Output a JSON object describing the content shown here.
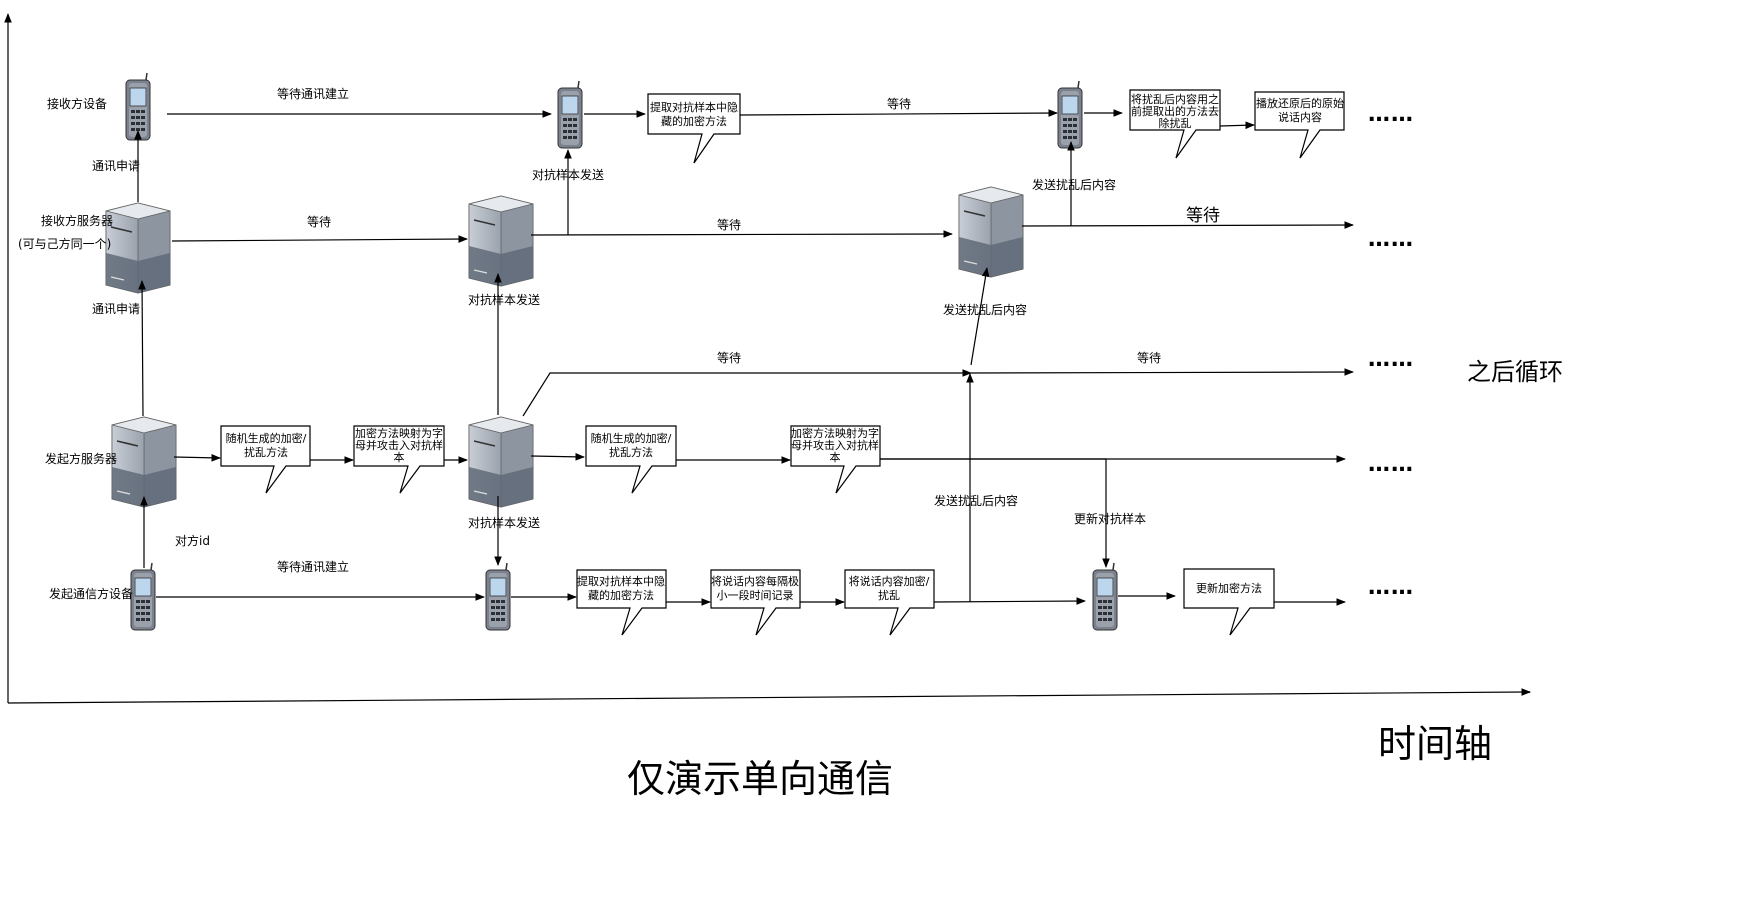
{
  "diagram": {
    "caption": "仅演示单向通信",
    "time_axis_label": "时间轴",
    "loop_label": "之后循环",
    "ellipsis": "……",
    "lanes": {
      "receiver_device": "接收方设备",
      "receiver_server": "接收方服务器",
      "receiver_server_note": "(可与己方同一个)",
      "initiator_server": "发起方服务器",
      "initiator_device": "发起通信方设备"
    },
    "edge_labels": {
      "wait_conn_top": "等待通讯建立",
      "wait_conn_bottom": "等待通讯建立",
      "comm_request_1": "通讯申请",
      "comm_request_2": "通讯申请",
      "peer_id": "对方id",
      "wait_rs1": "等待",
      "wait_rs2": "等待",
      "wait_rs3": "等待",
      "wait_rd": "等待",
      "wait_mid1": "等待",
      "wait_mid2": "等待",
      "adv_send_up": "对抗样本发送",
      "adv_send_to_rd": "对抗样本发送",
      "adv_send_down": "对抗样本发送",
      "send_scrambled_1": "发送扰乱后内容",
      "send_scrambled_2": "发送扰乱后内容",
      "send_scrambled_3": "发送扰乱后内容",
      "update_adv": "更新对抗样本"
    },
    "bubbles": {
      "rand_gen_1": [
        "随机生成的加密/",
        "扰乱方法"
      ],
      "map_chars_1": [
        "加密方法映射为字",
        "母并攻击入对抗样",
        "本"
      ],
      "rand_gen_2": [
        "随机生成的加密/",
        "扰乱方法"
      ],
      "map_chars_2": [
        "加密方法映射为字",
        "母并攻击入对抗样",
        "本"
      ],
      "extract_rd": [
        "提取对抗样本中隐",
        "藏的加密方法"
      ],
      "descramble": [
        "将扰乱后内容用之",
        "前提取出的方法去",
        "除扰乱"
      ],
      "play": [
        "播放还原后的原始",
        "说话内容"
      ],
      "extract_id": [
        "提取对抗样本中隐",
        "藏的加密方法"
      ],
      "record": [
        "将说话内容每隔极",
        "小一段时间记录"
      ],
      "encrypt": [
        "将说话内容加密/",
        "扰乱"
      ],
      "update_method": [
        "更新加密方法"
      ]
    }
  }
}
